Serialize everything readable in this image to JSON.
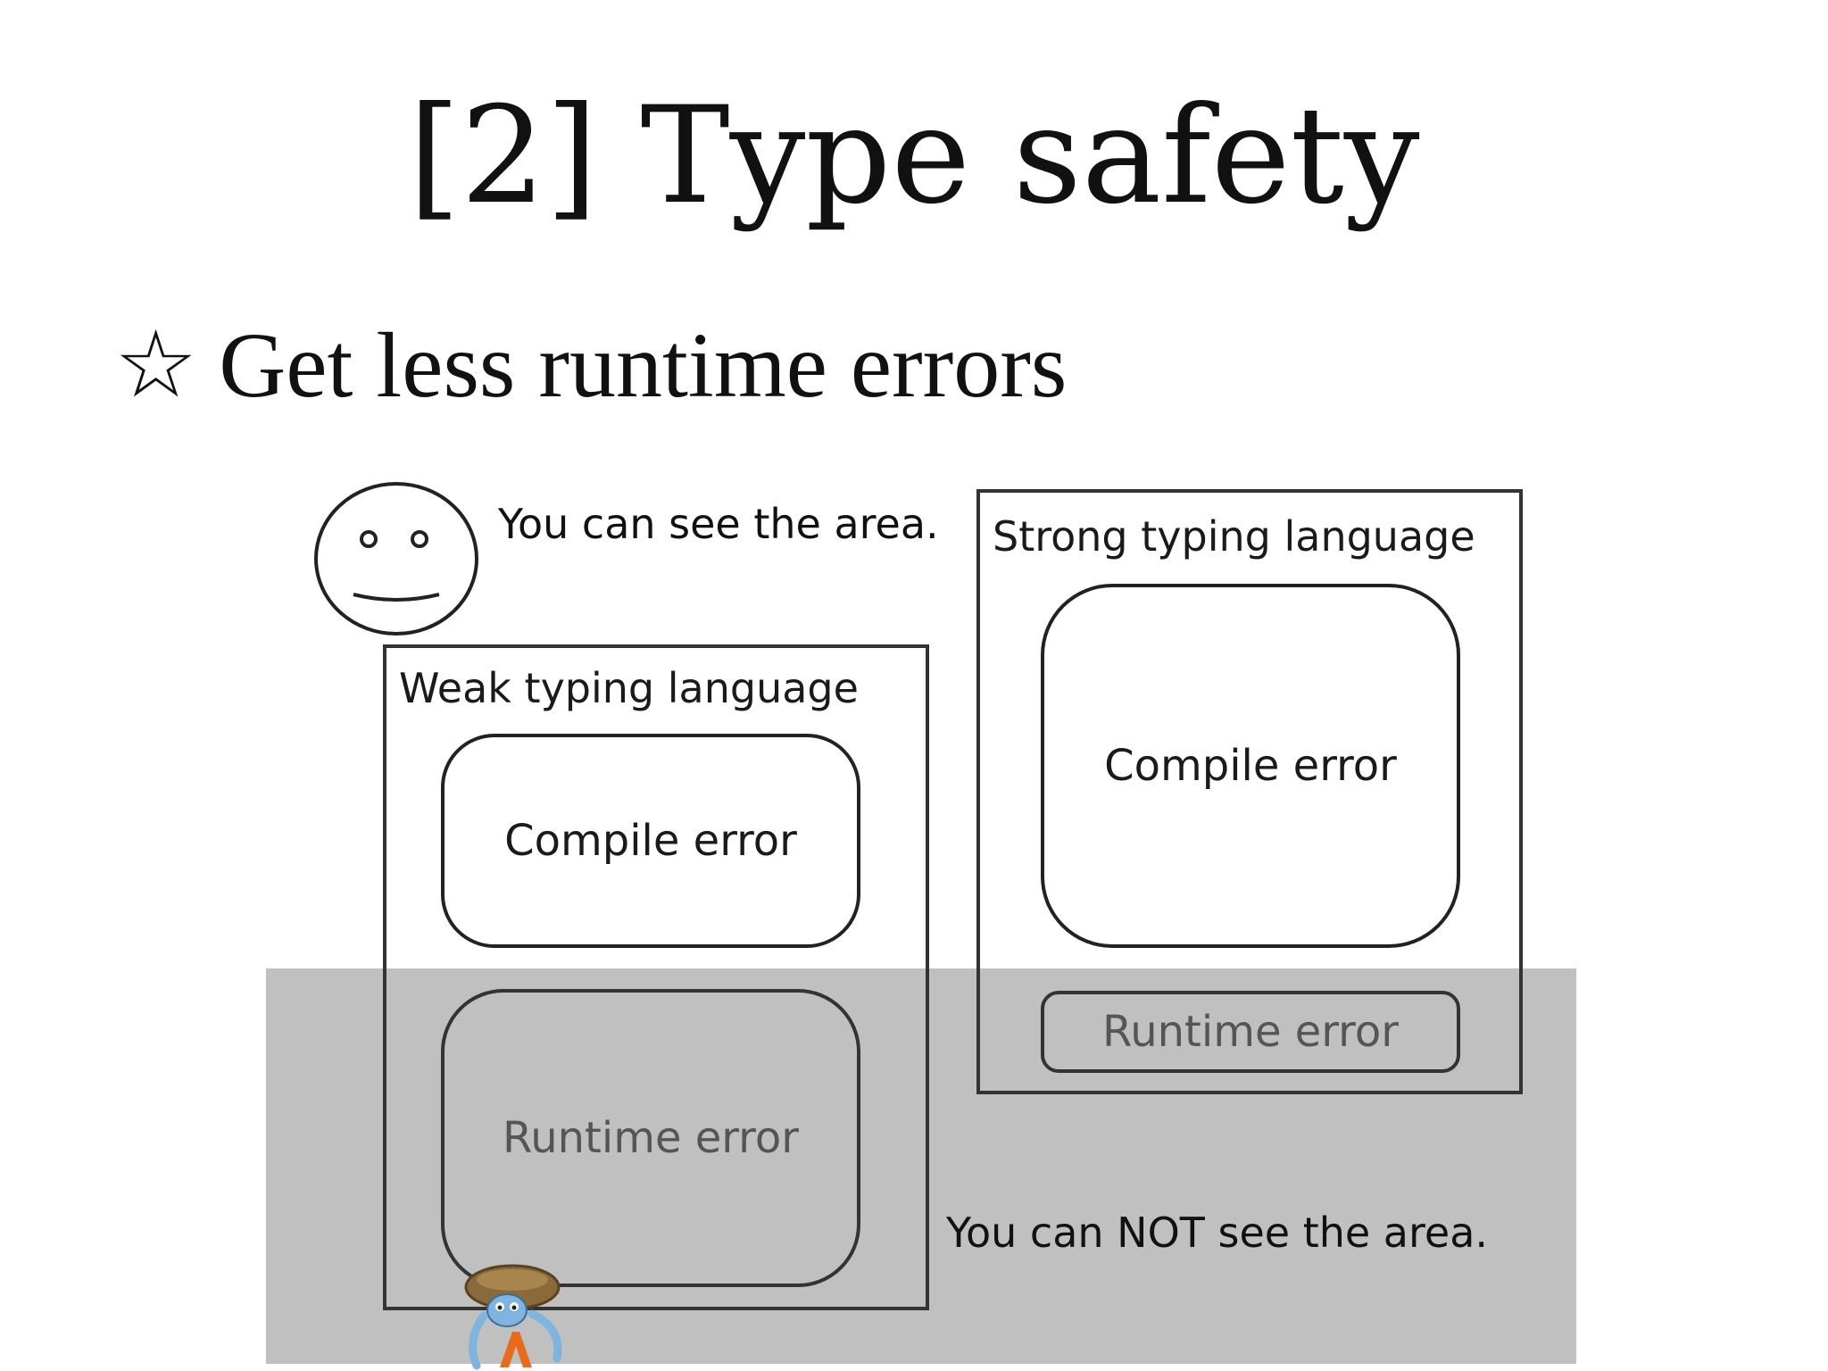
{
  "slide": {
    "title": "[2] Type safety",
    "bullet_icon": "white-star",
    "bullet_symbol": "☆",
    "bullet_text": "Get less runtime errors"
  },
  "diagram": {
    "visible_note": "You can see the area.",
    "hidden_note": "You can NOT see the area.",
    "weak": {
      "label": "Weak typing language",
      "compile": "Compile error",
      "runtime": "Runtime error"
    },
    "strong": {
      "label": "Strong typing language",
      "compile": "Compile error",
      "runtime": "Runtime error"
    },
    "colors": {
      "hidden_area": "#c0c0c0",
      "mascot_shell": "#8a6a3a",
      "mascot_body": "#7fb3e0",
      "mascot_lambda": "#e86a1a"
    },
    "icons": [
      "smiley-face-icon",
      "hermit-crab-mascot-icon"
    ]
  }
}
